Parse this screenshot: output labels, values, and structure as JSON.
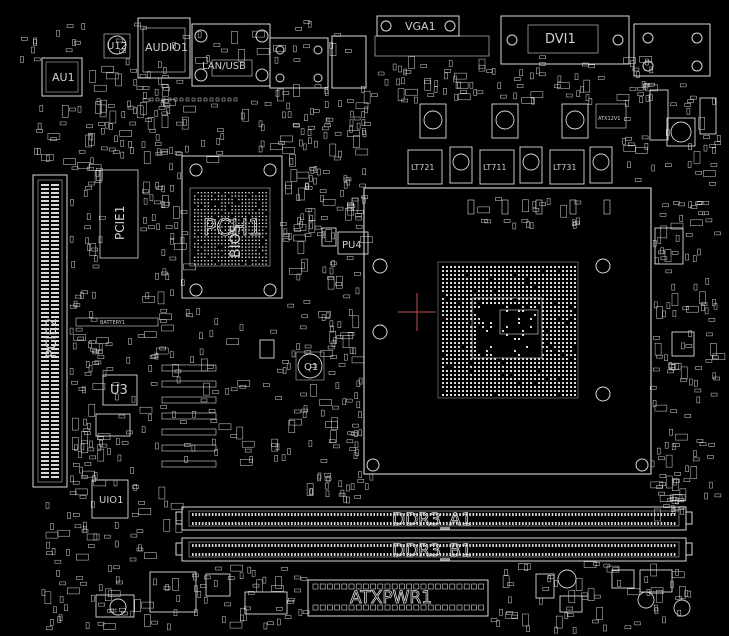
{
  "board": {
    "background": "#000000",
    "trace_color": "#d9d9d9",
    "cursor_color": "#c05050"
  },
  "labels": {
    "au1": "AU1",
    "u12": "U12",
    "audio1": "AUDIO1",
    "lan_usb": "LAN/USB",
    "vga": "VGA1",
    "dvi": "DVI1",
    "pch1": "PCH1",
    "bios": "BIOS",
    "pcie1": "PCIE1",
    "pcie2": "PCIE2",
    "pu4": "PU4",
    "lt721": "LT721",
    "lt711": "LT711",
    "lt731": "LT731",
    "q1": "Q1",
    "u3": "U3",
    "uio1": "UIO1",
    "battery": "BATTERY1",
    "ddr_a1": "DDR3_A1",
    "ddr_b1": "DDR3_B1",
    "atxpwr": "ATXPWR1",
    "atx12v": "ATX12V1"
  }
}
